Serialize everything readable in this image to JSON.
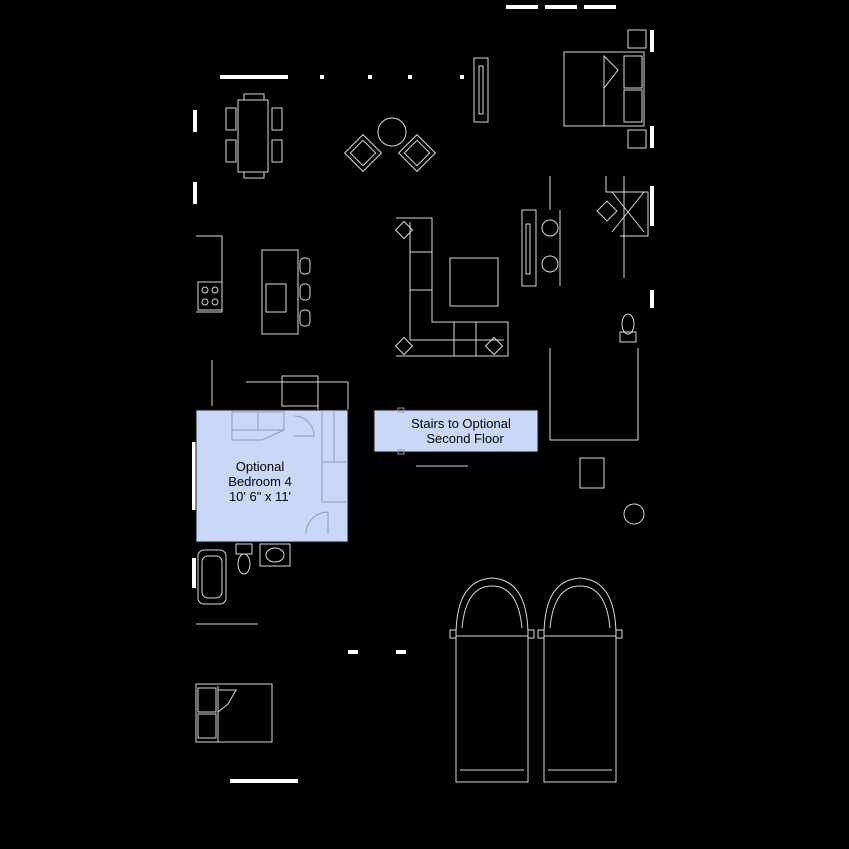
{
  "rooms": {
    "optional_bedroom": {
      "name": "Optional",
      "name_line2": "Bedroom 4",
      "size": "10' 6\" x 11'"
    },
    "stairs": {
      "line1": "Stairs to Optional",
      "line2": "Second Floor"
    }
  },
  "colors": {
    "background": "#000000",
    "highlight": "#c9d8f7",
    "lines": "#d8d8d8",
    "windows": "#ffffff"
  }
}
